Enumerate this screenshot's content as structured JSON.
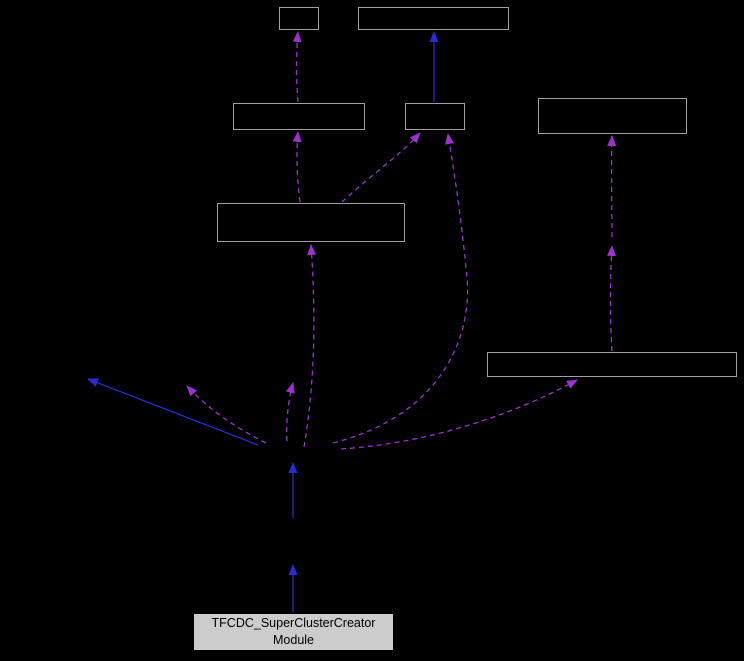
{
  "diagram": {
    "type": "collaboration-graph",
    "main_node": {
      "label_line1": "TFCDC_SuperClusterCreator",
      "label_line2": "Module"
    },
    "colors": {
      "background": "#000000",
      "node_border": "#a0a0a0",
      "main_node_fill": "#cccccc",
      "main_node_text": "#000000",
      "inheritance_edge": "#2a2ad0",
      "usage_edge": "#9a32cd"
    }
  }
}
